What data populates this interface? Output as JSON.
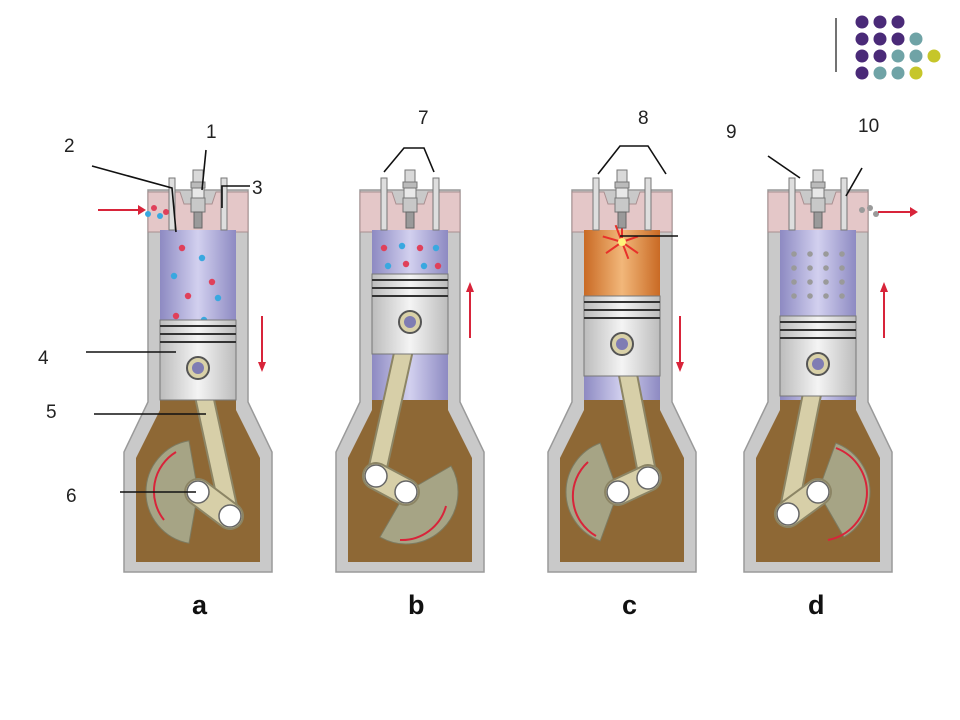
{
  "labels": {
    "n1": "1",
    "n2": "2",
    "n3": "3",
    "n4": "4",
    "n5": "5",
    "n6": "6",
    "n7": "7",
    "n8": "8",
    "n9": "9",
    "n10": "10"
  },
  "panels": [
    "a",
    "b",
    "c",
    "d"
  ],
  "colors": {
    "crankcase": "#8e6835",
    "crankcase_edge": "#c9c9c9",
    "cylinder": "#b9b6dc",
    "cylinder_dark": "#7f7cb3",
    "combustion": "#e38a3c",
    "rod": "#d7cfa8",
    "crank_disc": "#a6a485",
    "head": "#e4c7c8",
    "fuel_red": "#e0405a",
    "fuel_blue": "#39a8e0",
    "exhaust": "#9a9a9a",
    "arrow": "#d8243a",
    "dots_purple": "#4a2a78",
    "dots_teal": "#6fa3a6",
    "dots_yellow": "#c6c62a"
  },
  "icons": [
    "decorative-dot-grid-icon",
    "spark-plug-icon",
    "piston-icon",
    "crankshaft-icon",
    "direction-arrow-icon"
  ]
}
